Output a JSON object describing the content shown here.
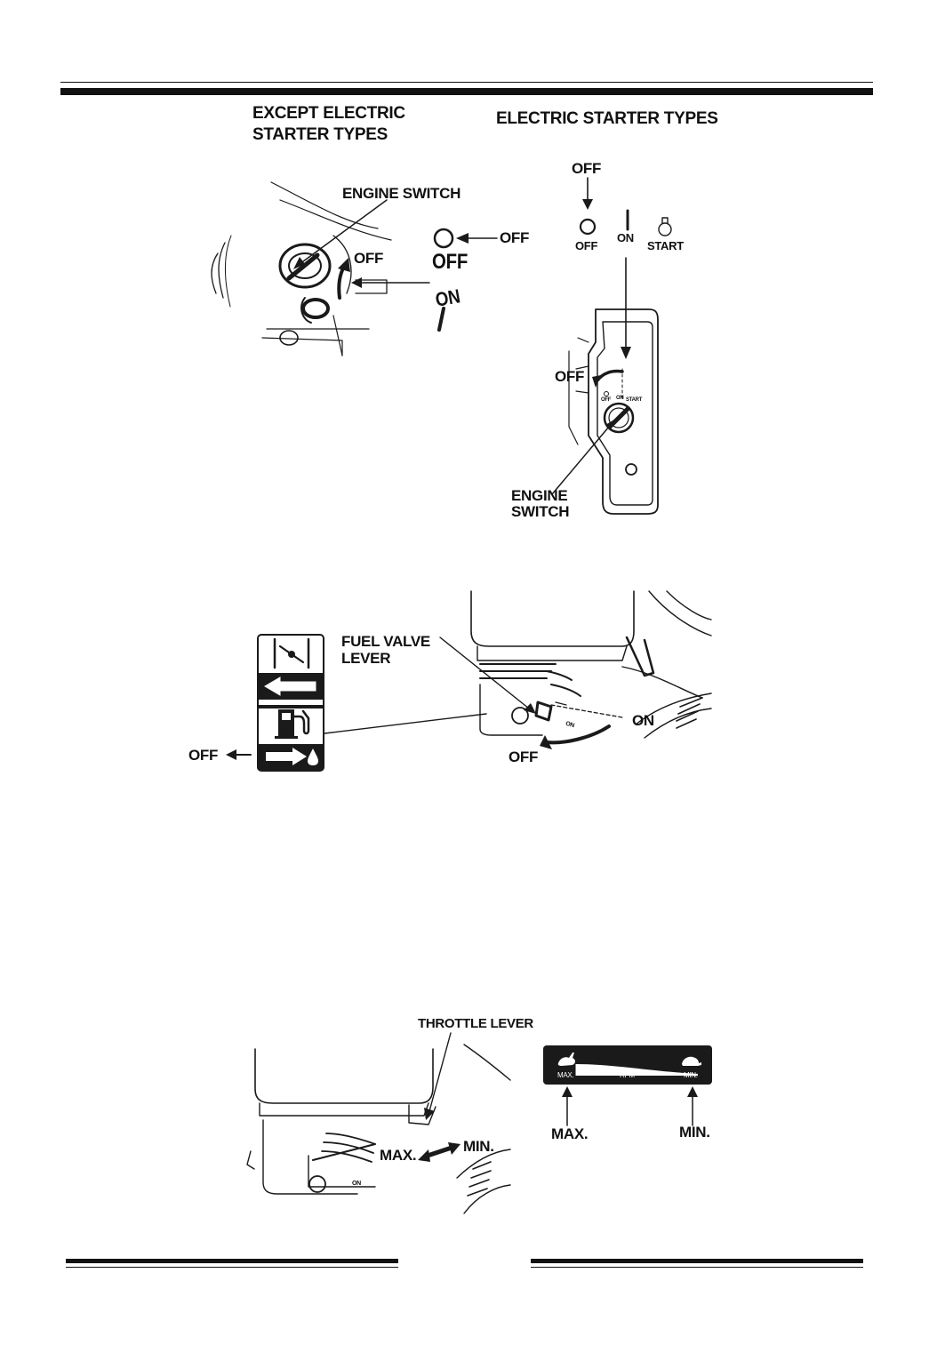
{
  "engine_switch_section": {
    "left_heading_line1": "EXCEPT ELECTRIC",
    "left_heading_line2": "STARTER TYPES",
    "right_heading": "ELECTRIC STARTER TYPES",
    "left_callout_engine_switch": "ENGINE SWITCH",
    "left_callout_off": "OFF",
    "left_symbol_off_arrow_label": "OFF",
    "left_symbol_off_text": "OFF",
    "left_symbol_on_text": "ON",
    "right_top_off": "OFF",
    "right_symbol_off_label": "OFF",
    "right_symbol_on_label": "ON",
    "right_symbol_start_label": "START",
    "right_callout_off": "OFF",
    "right_callout_engine_line1": "ENGINE",
    "right_callout_engine_line2": "SWITCH",
    "panel_tiny_labels": [
      "OFF",
      "ON",
      "START"
    ]
  },
  "fuel_valve_section": {
    "callout_line1": "FUEL VALVE",
    "callout_line2": "LEVER",
    "off_left": "OFF",
    "on_right": "ON",
    "off_bottom": "OFF",
    "lever_marking": "ON",
    "icons": [
      "choke-icon",
      "arrow-left-icon",
      "fuel-pump-icon",
      "arrow-right-drop-icon"
    ]
  },
  "throttle_section": {
    "callout_throttle": "THROTTLE LEVER",
    "max_label": "MAX.",
    "min_label": "MIN.",
    "decal_max": "MAX.",
    "decal_rpm": "RPM",
    "decal_min": "MIN.",
    "decal_arrow_max": "MAX.",
    "decal_arrow_min": "MIN.",
    "lever_marking": "ON",
    "icons": [
      "rabbit-icon",
      "turtle-icon"
    ]
  }
}
